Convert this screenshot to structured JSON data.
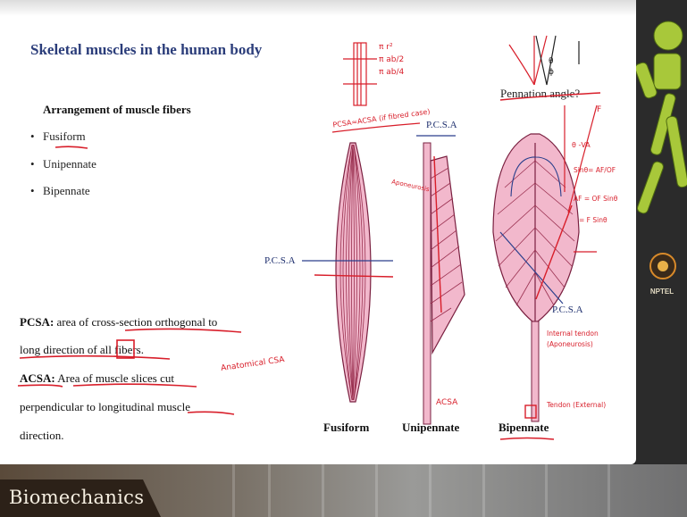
{
  "slide": {
    "title": "Skeletal muscles in the human body",
    "arrangement_heading": "Arrangement of muscle fibers",
    "bullets": [
      "Fusiform",
      "Unipennate",
      "Bipennate"
    ],
    "pcsa_term": "PCSA:",
    "pcsa_def_1": "area of cross-section orthogonal to",
    "pcsa_def_2": "long direction of all fibers.",
    "acsa_term": "ACSA:",
    "acsa_def_1": "Area of muscle slices cut",
    "acsa_def_2": "perpendicular to longitudinal muscle",
    "acsa_def_3": "direction.",
    "figure_labels": {
      "fusiform": "Fusiform",
      "unipennate": "Unipennate",
      "bipennate": "Bipennate",
      "pcsa_left": "P.C.S.A",
      "pcsa_uni": "P.C.S.A",
      "pcsa_bi": "P.C.S.A"
    },
    "pennation_question": "Pennation angle?"
  },
  "annotations": {
    "formula_1": "π r²",
    "formula_2": "π ab/2",
    "formula_3": "π ab/4",
    "pcsa_eq": "PCSA≈ACSA (if fibred case)",
    "aponeurosis": "Aponeurosis",
    "anatomical": "Anatomical CSA",
    "acsa_short": "ACSA",
    "internal_tendon": "Internal tendon (Aponeurosis)",
    "tendon": "Tendon (External)",
    "va": "θ -VA",
    "sin_eq": "Sinθ= AF/OF",
    "af_eq": "AF = OF Sinθ",
    "f_eq": "= F Sinθ",
    "f_label": "F",
    "theta": "θ",
    "phi": "ϕ"
  },
  "footer": {
    "brand": "Biomechanics",
    "logo": "NPTEL"
  },
  "colors": {
    "muscle_fill": "#f2b8cc",
    "muscle_line": "#9a3050",
    "ink_red": "#d81e2a",
    "ink_blue": "#2a3f8c",
    "title_blue": "#2b3d7a"
  }
}
